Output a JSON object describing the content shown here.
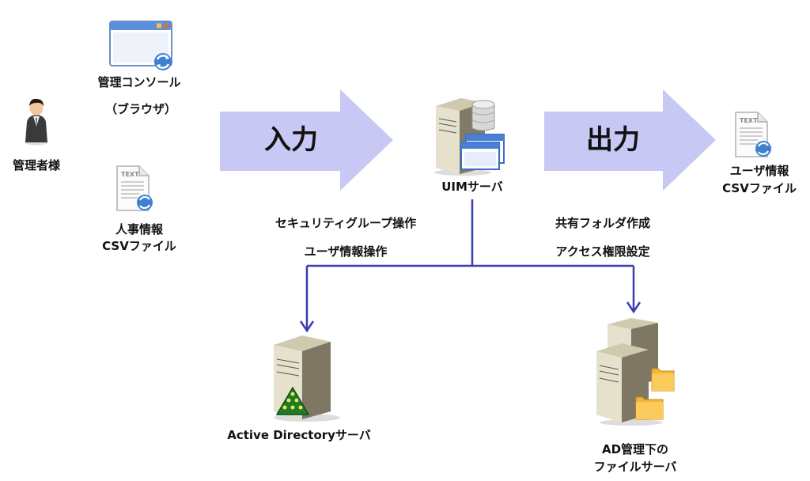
{
  "nodes": {
    "admin": {
      "label": "管理者様",
      "icon": "person-icon"
    },
    "console": {
      "label": "管理コンソール",
      "sublabel": "（ブラウザ）",
      "icon": "browser-window-icon"
    },
    "hr_csv": {
      "label_line1": "人事情報",
      "label_line2": "CSVファイル",
      "icon": "text-file-icon"
    },
    "uim": {
      "label": "UIMサーバ",
      "icon": "server-icon"
    },
    "user_csv": {
      "label_line1": "ユーザ情報",
      "label_line2": "CSVファイル",
      "icon": "text-file-icon"
    },
    "ad": {
      "label": "Active Directoryサーバ",
      "icon": "ad-server-icon"
    },
    "fileserver": {
      "label_line1": "AD管理下の",
      "label_line2": "ファイルサーバ",
      "icon": "file-server-icon"
    }
  },
  "arrows": {
    "input": "入力",
    "output": "出力"
  },
  "operations": {
    "ad_ops": [
      "セキュリティグループ操作",
      "ユーザ情報操作"
    ],
    "fs_ops": [
      "共有フォルダ作成",
      "アクセス権限設定"
    ]
  },
  "colors": {
    "big_arrow": "#c8c8f4",
    "connector": "#3c3cb4"
  }
}
